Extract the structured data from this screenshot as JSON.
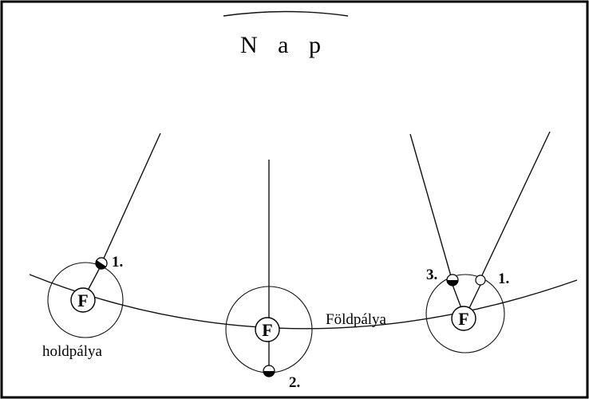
{
  "sun_label": "N a p",
  "earth_orbit_label": "Földpálya",
  "moon_orbit_label": "holdpálya",
  "earth_symbol": "F",
  "positions": [
    {
      "earth_label": "F",
      "moons": [
        {
          "label": "1."
        }
      ]
    },
    {
      "earth_label": "F",
      "moons": [
        {
          "label": "2."
        }
      ]
    },
    {
      "earth_label": "F",
      "moons": [
        {
          "label": "3."
        },
        {
          "label": "1."
        }
      ]
    }
  ]
}
